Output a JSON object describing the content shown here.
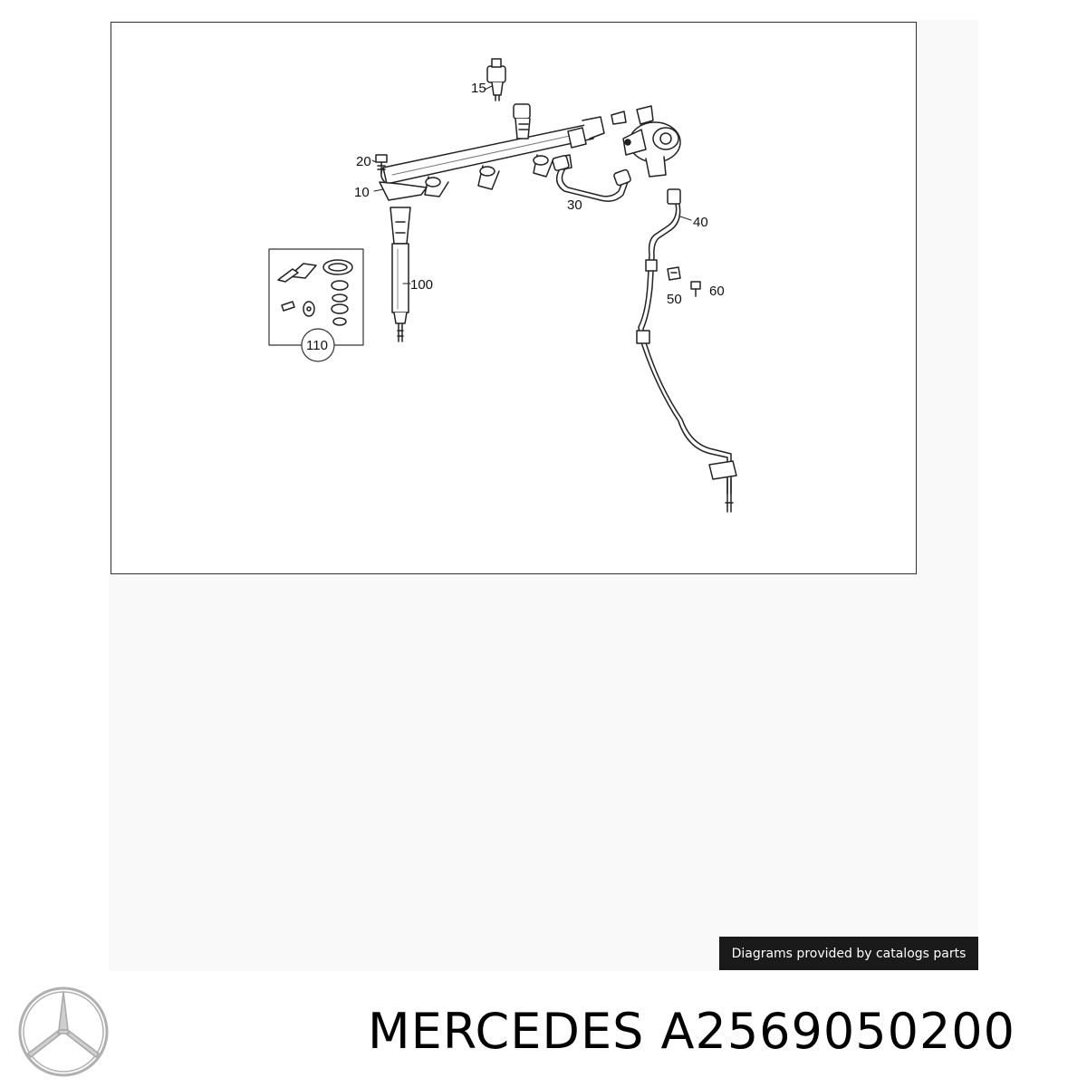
{
  "diagram": {
    "callouts": {
      "c15": "15",
      "c20": "20",
      "c10": "10",
      "c30": "30",
      "c40": "40",
      "c50": "50",
      "c60": "60",
      "c100": "100",
      "c110": "110"
    }
  },
  "credit": "Diagrams provided by catalogs parts",
  "title": {
    "brand": "MERCEDES",
    "part_number": "A2569050200"
  },
  "brand_logo": {
    "icon": "mercedes-star-icon",
    "color": "#b0b0b0"
  }
}
